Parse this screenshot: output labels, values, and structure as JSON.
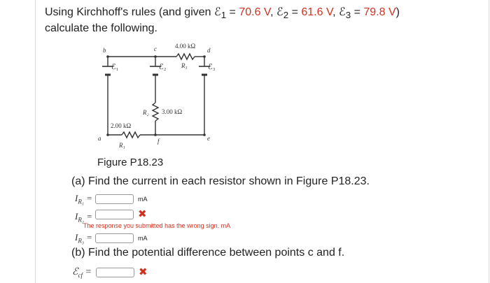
{
  "question": {
    "line1_prefix": "Using Kirchhoff's rules (and given ",
    "eps1_sym": "ℰ",
    "eps1_sub": "1",
    "eps1_value": "70.6 V",
    "eps2_sym": "ℰ",
    "eps2_sub": "2",
    "eps2_value": "61.6 V",
    "eps3_sym": "ℰ",
    "eps3_sub": "3",
    "eps3_value": "79.8 V",
    "line1_suffix": ")",
    "line2": "calculate the following."
  },
  "figure": {
    "caption": "Figure P18.23",
    "labels": {
      "a": "a",
      "b": "b",
      "c": "c",
      "d": "d",
      "e": "e",
      "f": "f",
      "r1_value": "2.00 kΩ",
      "r1_name": "R₁",
      "r2_value": "3.00 kΩ",
      "r2_name": "R₂",
      "r3_value": "4.00 kΩ",
      "r3_name": "R₃",
      "e1": "ℰ₁",
      "e2": "ℰ₂",
      "e3": "ℰ₃"
    }
  },
  "part_a": {
    "prompt": "(a) Find the current in each resistor shown in Figure P18.23.",
    "rows": [
      {
        "label_main": "I",
        "label_sub": "R₁",
        "eq": " =",
        "value": "",
        "unit": "mA",
        "status": ""
      },
      {
        "label_main": "I",
        "label_sub": "R₂",
        "eq": " =",
        "value": "",
        "unit": "",
        "status": "✖"
      },
      {
        "label_main": "I",
        "label_sub": "R₃",
        "eq": " =",
        "value": "",
        "unit": "mA",
        "status": ""
      }
    ],
    "feedback": "The response you submitted has the wrong sign. mA"
  },
  "part_b": {
    "prompt": "(b) Find the potential difference between points c and f.",
    "label_main": "ℰ",
    "label_sub": "cf",
    "eq": " =",
    "value": "",
    "status": "✖"
  },
  "colors": {
    "given_values": "#d2311f",
    "error": "#d2311f"
  }
}
